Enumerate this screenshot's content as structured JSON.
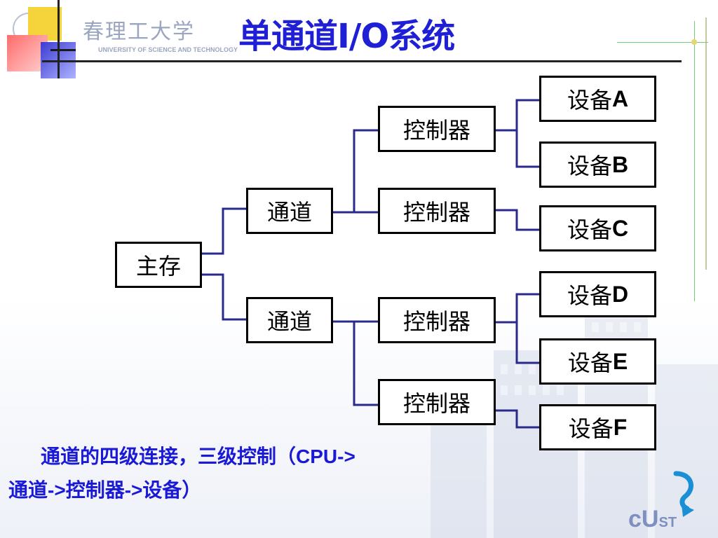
{
  "header": {
    "title": "单通道I/O系统",
    "logo_cn": "春理工大学",
    "logo_en": "UNIVERSITY OF SCIENCE AND TECHNOLOGY"
  },
  "diagram": {
    "main_memory": "主存",
    "channels": [
      "通道",
      "通道"
    ],
    "controllers": [
      "控制器",
      "控制器",
      "控制器",
      "控制器"
    ],
    "device_prefix": "设备",
    "devices": [
      "A",
      "B",
      "C",
      "D",
      "E",
      "F"
    ]
  },
  "caption": {
    "line1_cn": "通道的四级连接，三级控制（",
    "line1_latin": "CPU->",
    "line2_part1": "通道",
    "line2_part2": "->",
    "line2_part3": "控制器",
    "line2_part4": "->",
    "line2_part5": "设备）"
  },
  "footer": {
    "logo_big_c": "c",
    "logo_big_u": "U",
    "logo_small": "ST"
  },
  "colors": {
    "title": "#1f1fd6",
    "connector": "#2a2a8c",
    "caption": "#1a1ad6"
  },
  "icons": {
    "nav": "curved-arrow-icon"
  }
}
